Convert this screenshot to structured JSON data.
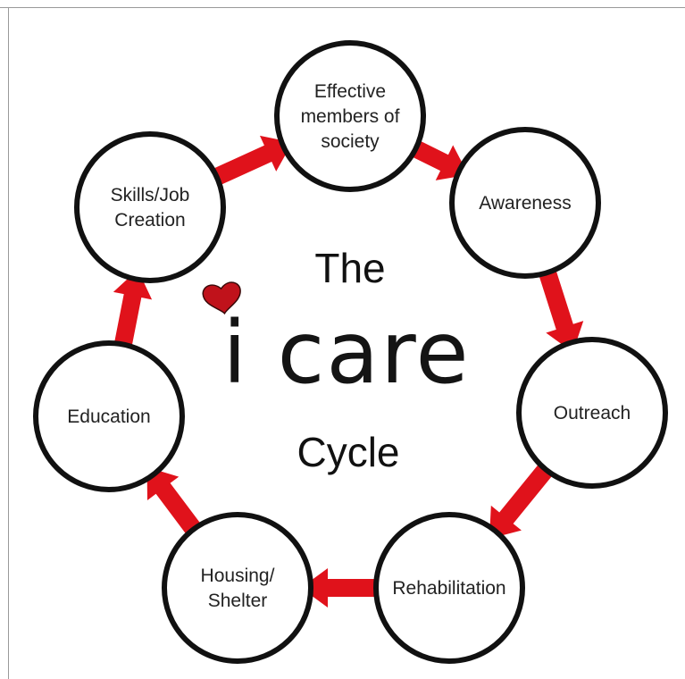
{
  "title": {
    "line1": "The",
    "brand": "i care",
    "line3": "Cycle"
  },
  "colors": {
    "arrow": "#e0121b",
    "heart": "#c0121b",
    "circle_stroke": "#111111",
    "text": "#222222"
  },
  "icons": {
    "heart": "heart-icon"
  },
  "nodes": [
    {
      "id": "effective-members",
      "lines": [
        "Effective",
        "members of",
        "society"
      ]
    },
    {
      "id": "awareness",
      "lines": [
        "Awareness"
      ]
    },
    {
      "id": "outreach",
      "lines": [
        "Outreach"
      ]
    },
    {
      "id": "rehabilitation",
      "lines": [
        "Rehabilitation"
      ]
    },
    {
      "id": "housing-shelter",
      "lines": [
        "Housing/",
        "Shelter"
      ]
    },
    {
      "id": "education",
      "lines": [
        "Education"
      ]
    },
    {
      "id": "skills-job-creation",
      "lines": [
        "Skills/Job",
        "Creation"
      ]
    }
  ],
  "edges": [
    {
      "from": "effective-members",
      "to": "awareness"
    },
    {
      "from": "awareness",
      "to": "outreach"
    },
    {
      "from": "outreach",
      "to": "rehabilitation"
    },
    {
      "from": "rehabilitation",
      "to": "housing-shelter"
    },
    {
      "from": "housing-shelter",
      "to": "education"
    },
    {
      "from": "education",
      "to": "skills-job-creation"
    },
    {
      "from": "skills-job-creation",
      "to": "effective-members"
    }
  ]
}
